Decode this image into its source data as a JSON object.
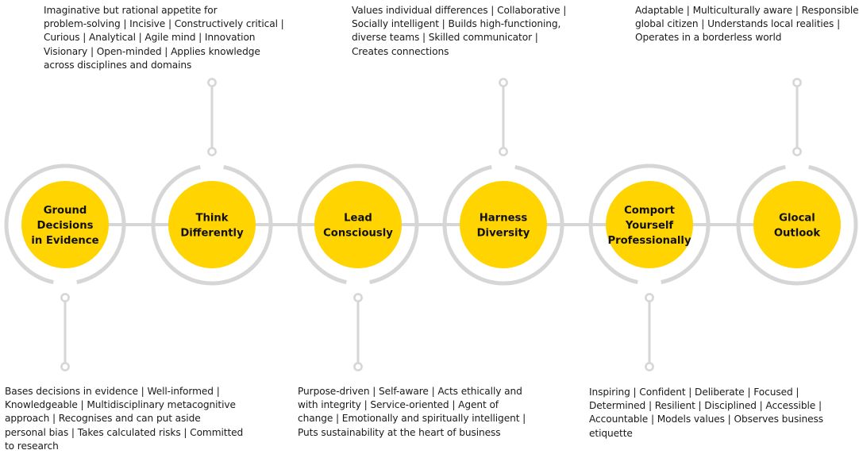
{
  "colors": {
    "accent": "#FFD400",
    "connector": "#D6D6D6"
  },
  "competencies": [
    {
      "label_lines": [
        "Ground",
        "Decisions",
        "in Evidence"
      ],
      "description": "Bases decisions in evidence | Well-informed |\nKnowledgeable | Multidisciplinary metacognitive\napproach | Recognises and can put aside\npersonal bias | Takes calculated risks | Committed\nto research"
    },
    {
      "label_lines": [
        "Think",
        "Differently"
      ],
      "description": "Imaginative but rational appetite for\nproblem-solving | Incisive | Constructively critical |\nCurious | Analytical | Agile mind | Innovation\nVisionary | Open-minded | Applies knowledge\nacross disciplines and domains"
    },
    {
      "label_lines": [
        "Lead",
        "Consciously"
      ],
      "description": "Purpose-driven | Self-aware | Acts ethically and\nwith integrity | Service-oriented | Agent of\nchange | Emotionally and spiritually intelligent |\nPuts sustainability at the heart of business"
    },
    {
      "label_lines": [
        "Harness",
        "Diversity"
      ],
      "description": "Values individual differences | Collaborative |\nSocially intelligent | Builds high-functioning,\ndiverse teams | Skilled communicator |\nCreates connections"
    },
    {
      "label_lines": [
        "Comport",
        "Yourself",
        "Professionally"
      ],
      "description": "Inspiring | Confident | Deliberate | Focused |\nDetermined | Resilient | Disciplined | Accessible |\nAccountable | Models values | Observes business\netiquette"
    },
    {
      "label_lines": [
        "Glocal",
        "Outlook"
      ],
      "description": "Adaptable | Multiculturally aware | Responsible\nglobal citizen | Understands local realities |\nOperates in a borderless world"
    }
  ]
}
